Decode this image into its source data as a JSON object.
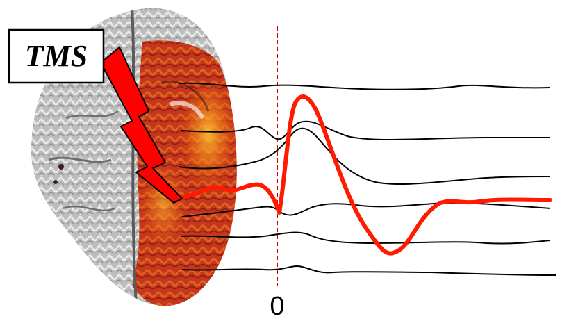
{
  "stimulus_label": "TMS",
  "time_zero_label": "0",
  "colors": {
    "evoked_response": "#ff1a00",
    "lightning_bolt": "#ff0000",
    "onset_marker": "#d40000",
    "eeg_traces": "#000000",
    "brain_gray": "#b9b9b9",
    "activation_dark": "#b0200f",
    "activation_bright": "#f0a020"
  },
  "icons": {
    "stimulus": "lightning-bolt-icon",
    "brain": "brain-axial-view-icon"
  },
  "eeg_channels": 6
}
